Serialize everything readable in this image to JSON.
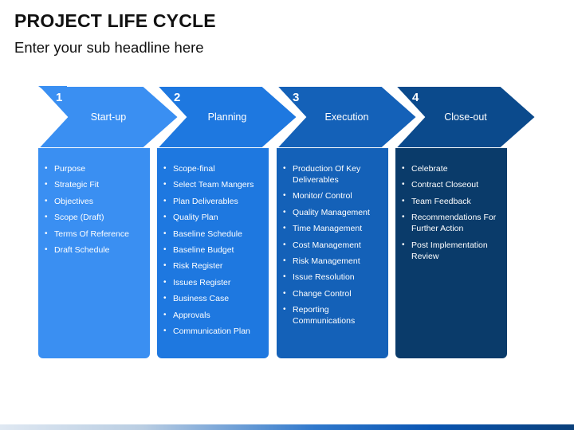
{
  "title": "PROJECT LIFE CYCLE",
  "subtitle": "Enter your sub headline here",
  "colors": {
    "stage1": "#3a8ff2",
    "stage2": "#1e78e0",
    "stage3": "#1461b8",
    "stage4": "#0b4a8c",
    "stage4_body": "#0a3b6a"
  },
  "stages": [
    {
      "number": "1",
      "label": "Start-up",
      "items": [
        "Purpose",
        "Strategic Fit",
        "Objectives",
        "Scope (Draft)",
        "Terms Of Reference",
        "Draft Schedule"
      ]
    },
    {
      "number": "2",
      "label": "Planning",
      "items": [
        "Scope-final",
        "Select Team Mangers",
        "Plan Deliverables",
        "Quality Plan",
        "Baseline Schedule",
        "Baseline Budget",
        "Risk Register",
        "Issues Register",
        "Business Case",
        "Approvals",
        "Communication Plan"
      ]
    },
    {
      "number": "3",
      "label": "Execution",
      "items": [
        "Production Of Key Deliverables",
        "Monitor/ Control",
        "Quality Management",
        "Time Management",
        "Cost Management",
        "Risk Management",
        "Issue Resolution",
        "Change Control",
        "Reporting Communications"
      ]
    },
    {
      "number": "4",
      "label": "Close-out",
      "items": [
        "Celebrate",
        "Contract Closeout",
        "Team Feedback",
        "Recommendations For Further Action",
        "Post Implementation Review"
      ]
    }
  ]
}
